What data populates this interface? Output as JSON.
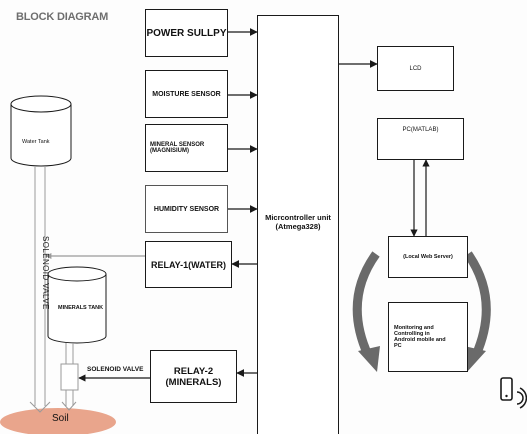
{
  "title": "BLOCK DIAGRAM",
  "blocks": {
    "power_supply": "POWER SULLPY",
    "moisture_sensor": "MOISTURE SENSOR",
    "mineral_sensor_line1": "MINERAL SENSOR",
    "mineral_sensor_line2": "(MAGNISIUM)",
    "humidity_sensor": "HUMIDITY SENSOR",
    "relay1": "RELAY-1(WATER)",
    "relay2_line1": "RELAY-2",
    "relay2_line2": "(MINERALS)",
    "microcontroller_line1": "Micrcontroller unit",
    "microcontroller_line2": "(Atmega328)",
    "lcd": "LCD",
    "pc": "PC(MATLAB)",
    "local_server": "(Local Web Server)",
    "monitoring_line1": "Monitoring and",
    "monitoring_line2": "Controlling in",
    "monitoring_line3": "Android mobile and",
    "monitoring_line4": "PC"
  },
  "field": {
    "water_tank": "Water Tank",
    "minerals_tank": "MINERALS TANK",
    "solenoid_valve_vertical": "SOLENOID VALVE",
    "solenoid_valve_label": "SOLENOID VALVE",
    "soil": "Soil"
  },
  "colors": {
    "line": "#1a1a1a",
    "pipe": "#9a9a9a",
    "curved_arrow": "#6a6a6a",
    "soil": "#e9a58c",
    "title": "#6e6e6e"
  },
  "icons": [
    "phone-icon",
    "wifi-icon"
  ]
}
